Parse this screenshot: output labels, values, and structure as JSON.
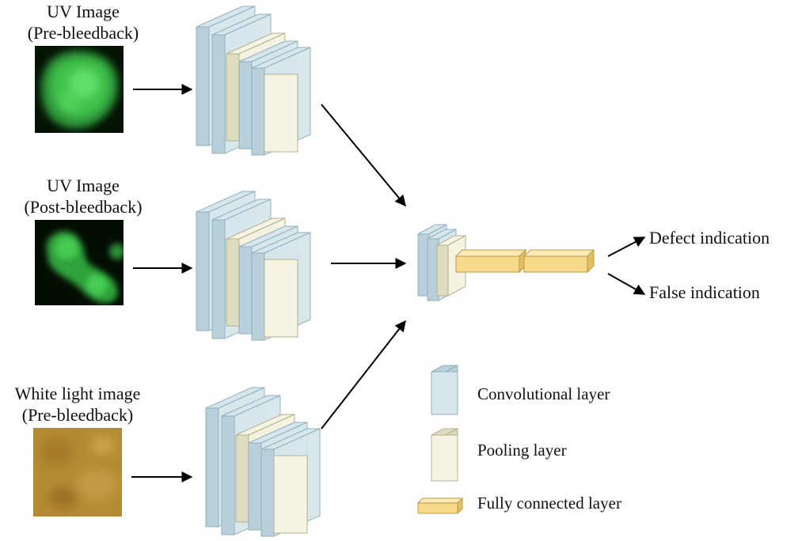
{
  "inputs": [
    {
      "line1": "UV Image",
      "line2": "(Pre-bleedback)"
    },
    {
      "line1": "UV Image",
      "line2": "(Post-bleedback)"
    },
    {
      "line1": "White light image",
      "line2": "(Pre-bleedback)"
    }
  ],
  "outputs": {
    "defect": "Defect indication",
    "false": "False indication"
  },
  "legend": {
    "conv": "Convolutional layer",
    "pool": "Pooling layer",
    "fc": "Fully connected layer"
  },
  "colors": {
    "conv_face": "#d6e6ec",
    "conv_side": "#b9d0da",
    "conv_edge": "#8fb0bf",
    "pool_face": "#f5f3e1",
    "pool_side": "#dedbbf",
    "pool_edge": "#b4b08e",
    "fc_front": "#f6d98b",
    "fc_top": "#fbe9b6",
    "fc_side": "#e2bf63",
    "fc_edge": "#b99a44",
    "uv_green": "#3fc24b",
    "white_light": "#b48a34"
  }
}
